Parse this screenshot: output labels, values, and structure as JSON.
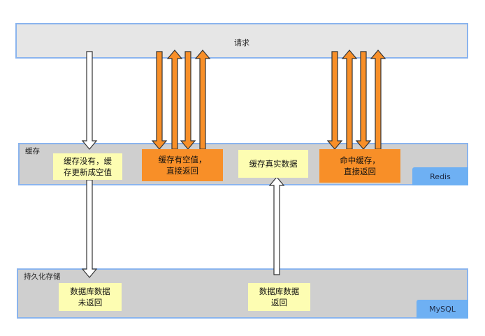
{
  "layers": {
    "request": {
      "label": "请求"
    },
    "cache": {
      "label": "缓存",
      "tag": "Redis"
    },
    "persistence": {
      "label": "持久化存储",
      "tag": "MySQL"
    }
  },
  "notes": {
    "cache_miss": [
      "缓存没有，缓",
      "存更新成空值"
    ],
    "cache_empty_hit": [
      "缓存有空值，",
      "直接返回"
    ],
    "cache_real": [
      "缓存真实数据"
    ],
    "cache_hit": [
      "命中缓存，",
      "直接返回"
    ],
    "db_miss": [
      "数据库数据",
      "未返回"
    ],
    "db_hit": [
      "数据库数据",
      "返回"
    ]
  },
  "colors": {
    "band_border": "#8ab4ee",
    "band_fill": "#cfcfcf",
    "request_fill": "#e6e6e6",
    "note_yellow": "#fdfdb2",
    "note_orange": "#f88f28",
    "arrow_orange": "#f88f28",
    "tag_blue": "#6eb0f3"
  }
}
